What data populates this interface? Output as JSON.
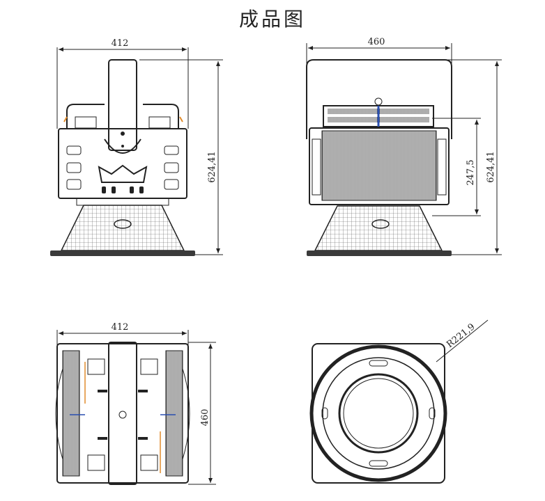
{
  "title": "成品图",
  "dimensions": {
    "front_width": "412",
    "side_width": "460",
    "front_height": "624,41",
    "side_height": "624,41",
    "module_height": "247,5",
    "bottom_width": "412",
    "bottom_depth": "460",
    "radius": "R221,9"
  },
  "colors": {
    "line": "#222222",
    "orange": "#e08a2a",
    "blue": "#2a4fb0",
    "fill_dark": "#3a3a3a"
  }
}
